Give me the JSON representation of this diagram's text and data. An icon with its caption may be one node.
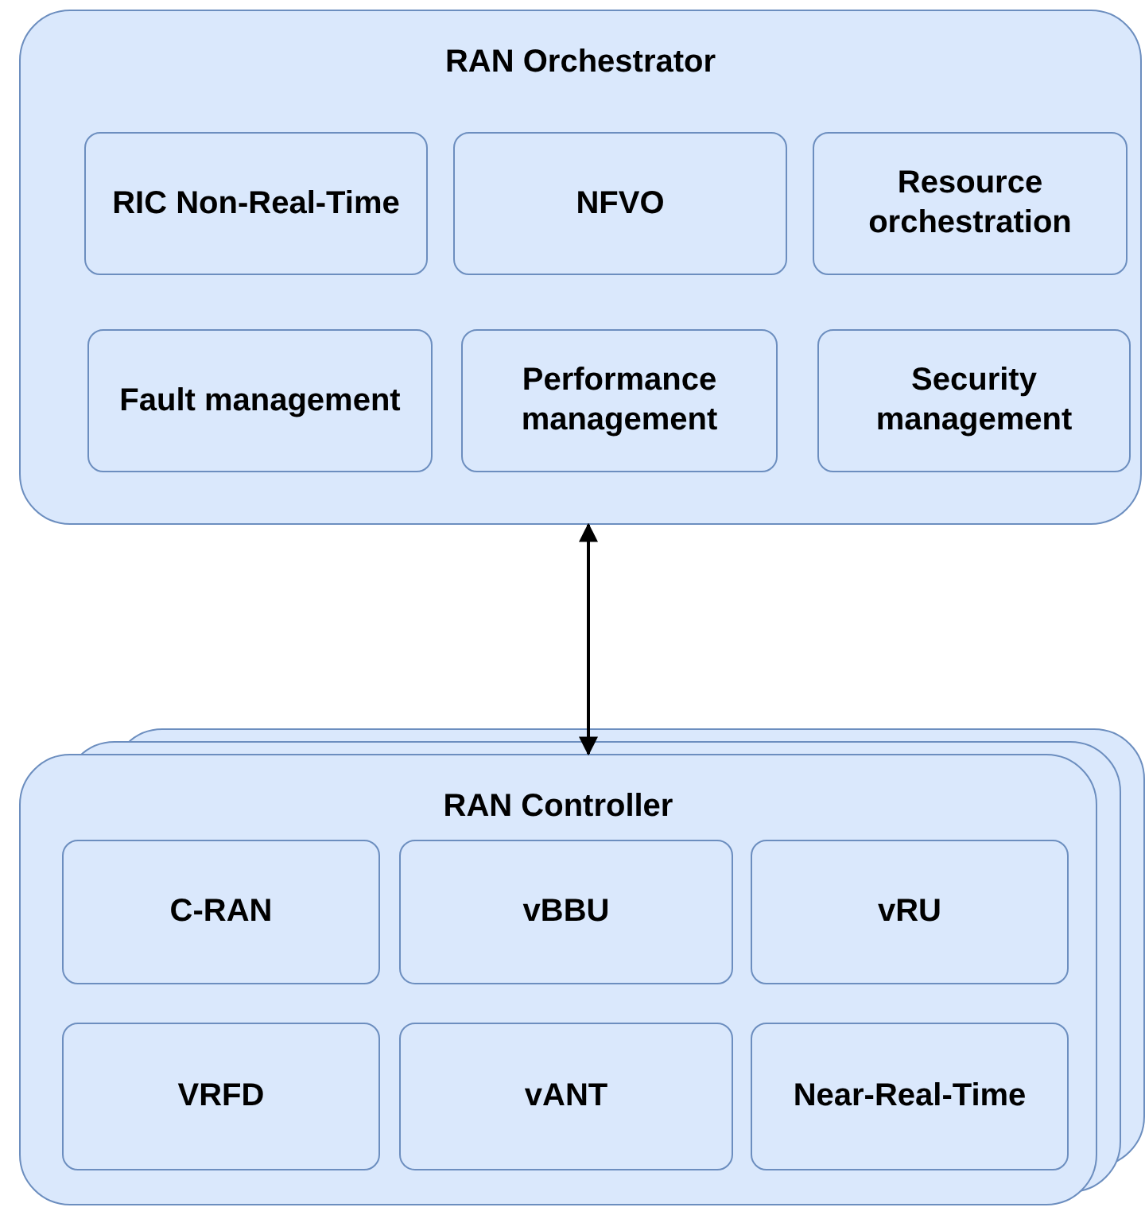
{
  "diagram": {
    "nodes": [
      {
        "text": [
          "RAN Orchestrator"
        ]
      },
      {
        "text": [
          "RIC Non-Real-Time"
        ],
        "in": 0
      },
      {
        "text": [
          "NFVO"
        ],
        "in": 0
      },
      {
        "text": [
          "Resource orchestration"
        ],
        "in": 0
      },
      {
        "text": [
          "Fault management"
        ],
        "in": 0
      },
      {
        "text": [
          "Performance management"
        ],
        "in": 0
      },
      {
        "text": [
          "Security management"
        ],
        "in": 0
      },
      {
        "text": [
          "RAN Controller"
        ]
      },
      {
        "text": [
          "C-RAN"
        ],
        "in": 7
      },
      {
        "text": [
          "vBBU"
        ],
        "in": 7
      },
      {
        "text": [
          "vRU"
        ],
        "in": 7
      },
      {
        "text": [
          "VRFD"
        ],
        "in": 7
      },
      {
        "text": [
          "vANT"
        ],
        "in": 7
      },
      {
        "text": [
          "Near-Real-Time"
        ],
        "in": 7
      }
    ],
    "edges": [
      {
        "from": 0,
        "to": 7,
        "arrow": "both"
      }
    ]
  }
}
